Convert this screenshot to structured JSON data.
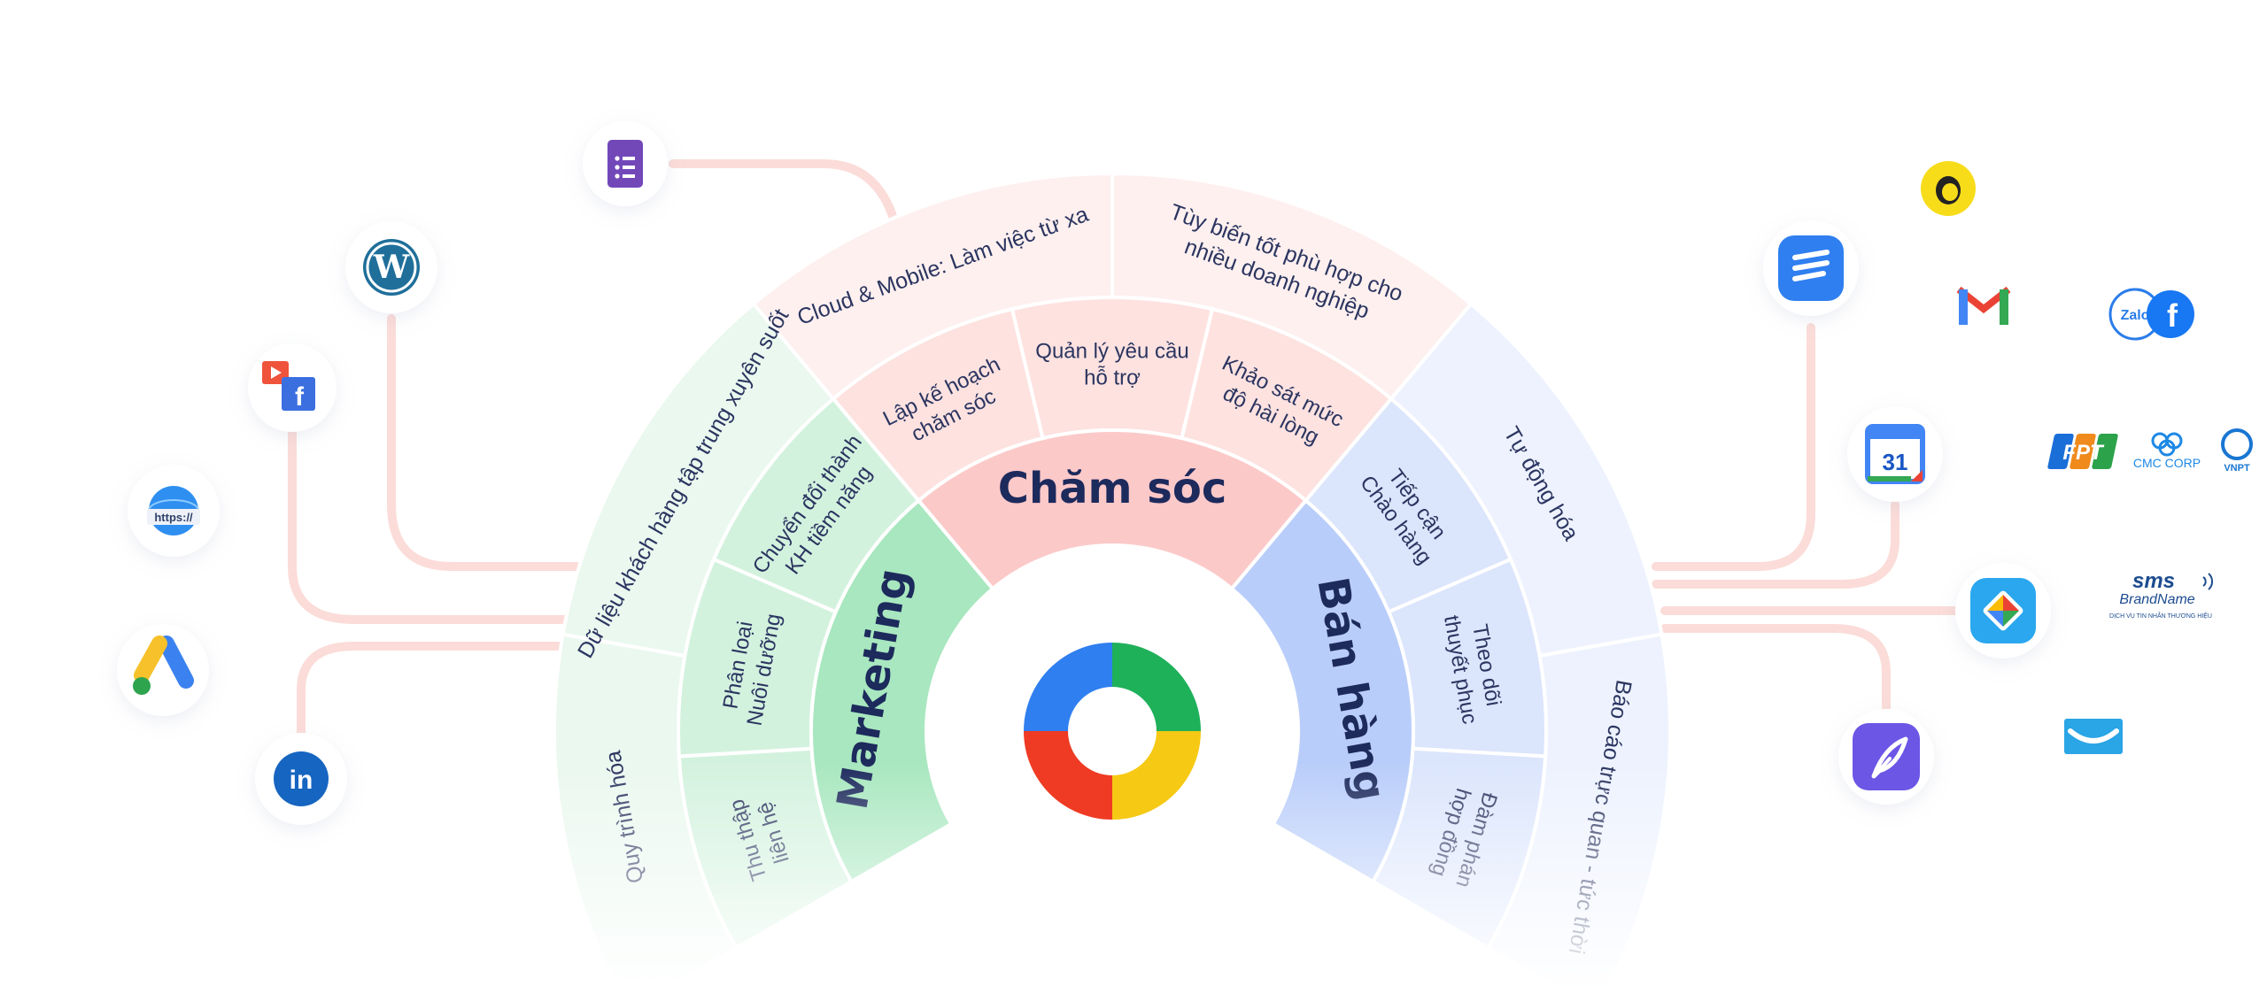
{
  "center": {
    "logo": "logo-swirl-icon"
  },
  "rings": {
    "inner": [
      {
        "key": "marketing",
        "label": "Marketing",
        "color": "#a8e7bf"
      },
      {
        "key": "care",
        "label": "Chăm sóc",
        "color": "#fcc9c9"
      },
      {
        "key": "sales",
        "label": "Bán hàng",
        "color": "#b9cdfa"
      }
    ],
    "middle": {
      "marketing": [
        {
          "lines": [
            "Thu thập",
            "liên hệ"
          ]
        },
        {
          "lines": [
            "Phân loại",
            "Nuôi dưỡng"
          ]
        },
        {
          "lines": [
            "Chuyển đổi thành",
            "KH tiềm năng"
          ]
        }
      ],
      "care": [
        {
          "lines": [
            "Lập kế hoạch",
            "chăm sóc"
          ]
        },
        {
          "lines": [
            "Quản lý yêu cầu",
            "hỗ trợ"
          ]
        },
        {
          "lines": [
            "Khảo sát mức",
            "độ hài lòng"
          ]
        }
      ],
      "sales": [
        {
          "lines": [
            "Tiếp cận",
            "Chào hàng"
          ]
        },
        {
          "lines": [
            "Theo dõi",
            "thuyết phục"
          ]
        },
        {
          "lines": [
            "Đàm phán",
            "hợp đồng"
          ]
        }
      ]
    },
    "outer": {
      "marketing": [
        {
          "lines": [
            "Quy trình hóa"
          ]
        },
        {
          "lines": [
            "Dữ liệu khách hàng tập trung xuyên suốt"
          ]
        }
      ],
      "care": [
        {
          "lines": [
            "Cloud & Mobile: Làm việc từ xa"
          ]
        },
        {
          "lines": [
            "Tùy biến tốt phù hợp cho",
            "nhiều doanh nghiệp"
          ]
        }
      ],
      "sales": [
        {
          "lines": [
            "Tự động hóa"
          ]
        },
        {
          "lines": [
            "Báo cáo trực quan - tức thời"
          ]
        }
      ]
    }
  },
  "colors": {
    "marketing_inner": "#a8e7bf",
    "marketing_mid": "#d3f2de",
    "marketing_outer": "#eaf8ef",
    "care_inner": "#fcc9c9",
    "care_mid": "#fde2e0",
    "care_outer": "#fef0ef",
    "sales_inner": "#b9cdfa",
    "sales_mid": "#dbe5fc",
    "sales_outer": "#edf2fe",
    "connector": "#fbd9d6"
  },
  "integrations_left": [
    {
      "name": "google-forms-icon"
    },
    {
      "name": "wordpress-icon"
    },
    {
      "name": "youtube-facebook-icon",
      "text": "f"
    },
    {
      "name": "website-https-icon",
      "text": "https://"
    },
    {
      "name": "google-ads-icon"
    },
    {
      "name": "linkedin-icon",
      "text": "in"
    }
  ],
  "integrations_right": [
    {
      "name": "mailchimp-icon"
    },
    {
      "name": "tasks-app-icon"
    },
    {
      "name": "gmail-icon",
      "text": "M"
    },
    {
      "name": "zalo-facebook-icon",
      "text": "Zalo",
      "text2": "f"
    },
    {
      "name": "google-calendar-icon",
      "text": "31"
    },
    {
      "name": "fpt-icon",
      "text": "FPT"
    },
    {
      "name": "cmc-corp-icon",
      "text": "CMC CORP"
    },
    {
      "name": "vnpt-icon",
      "text": "VNPT"
    },
    {
      "name": "google-maps-icon"
    },
    {
      "name": "sms-brandname-icon",
      "text": "sms",
      "text2": "BrandName",
      "text3": "DỊCH VỤ TIN NHẮN THƯƠNG HIỆU"
    },
    {
      "name": "feather-app-icon"
    },
    {
      "name": "email-icon"
    }
  ]
}
